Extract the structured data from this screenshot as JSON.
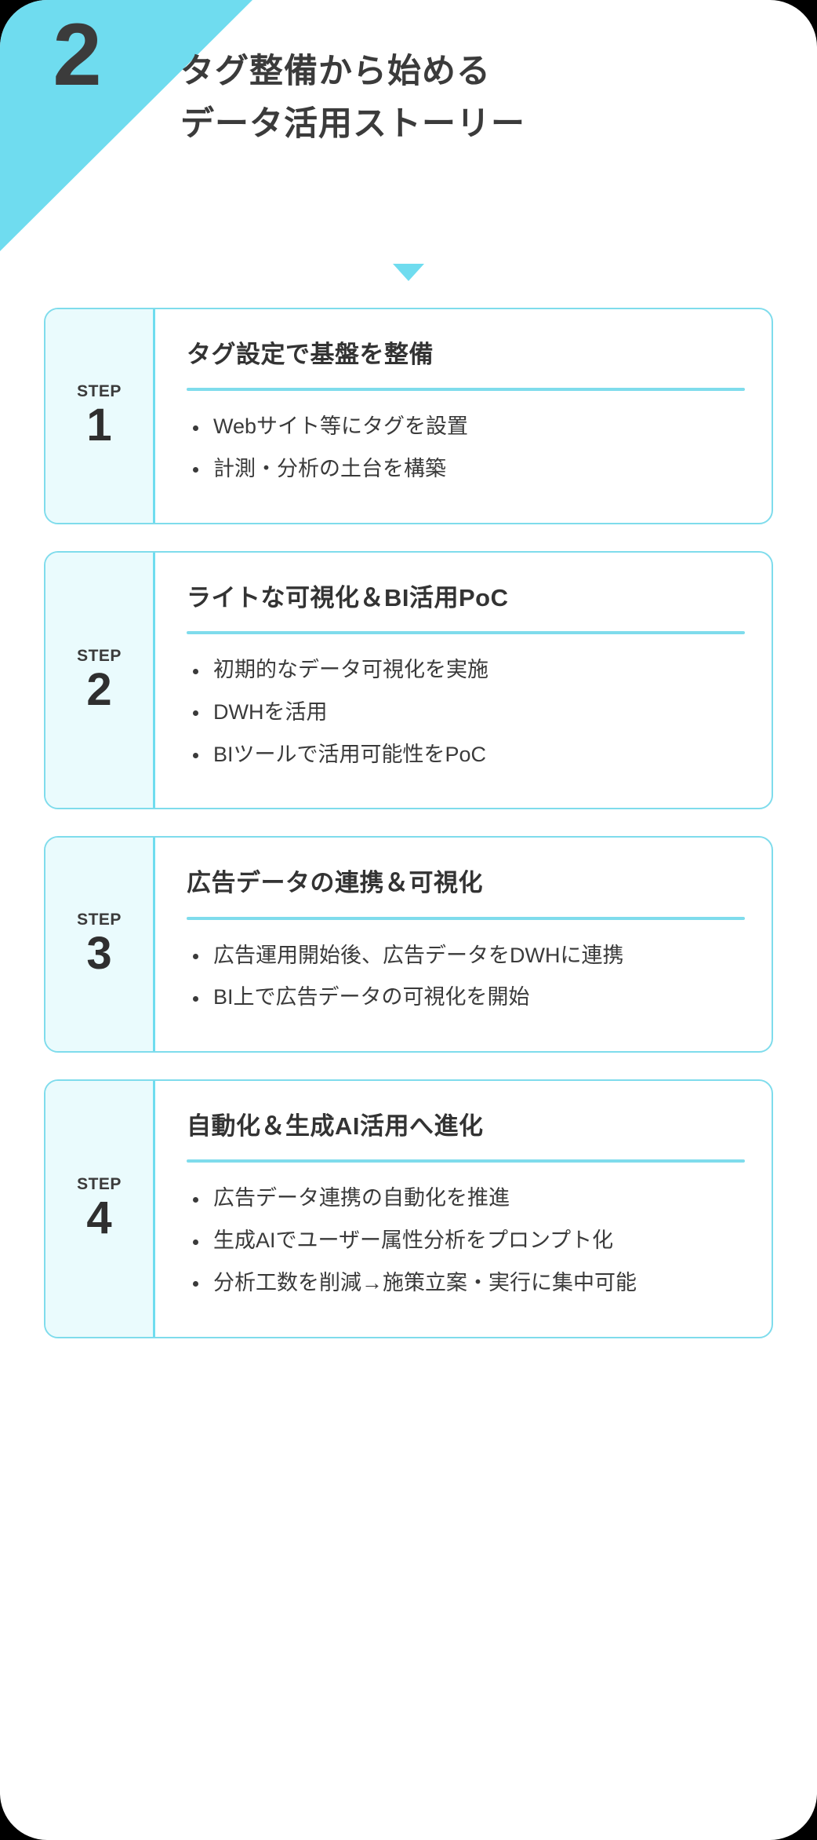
{
  "colors": {
    "accent_cyan": "#6fdcef",
    "accent_cyan_light": "#7fdcec",
    "panel_bg": "#eafbfd",
    "text_dark": "#3b3b3b",
    "page_bg": "#ffffff"
  },
  "header": {
    "section_number": "2",
    "title_line1": "タグ整備から始める",
    "title_line2": "データ活用ストーリー"
  },
  "steps": [
    {
      "badge_word": "STEP",
      "badge_number": "1",
      "heading": "タグ設定で基盤を整備",
      "bullets": [
        "Webサイト等にタグを設置",
        "計測・分析の土台を構築"
      ]
    },
    {
      "badge_word": "STEP",
      "badge_number": "2",
      "heading": "ライトな可視化＆BI活用PoC",
      "bullets": [
        "初期的なデータ可視化を実施",
        "DWHを活用",
        "BIツールで活用可能性をPoC"
      ]
    },
    {
      "badge_word": "STEP",
      "badge_number": "3",
      "heading": "広告データの連携＆可視化",
      "bullets": [
        "広告運用開始後、広告データをDWHに連携",
        "BI上で広告データの可視化を開始"
      ]
    },
    {
      "badge_word": "STEP",
      "badge_number": "4",
      "heading": "自動化＆生成AI活用へ進化",
      "bullets": [
        "広告データ連携の自動化を推進",
        "生成AIでユーザー属性分析をプロンプト化",
        "分析工数を削減→施策立案・実行に集中可能"
      ]
    }
  ]
}
